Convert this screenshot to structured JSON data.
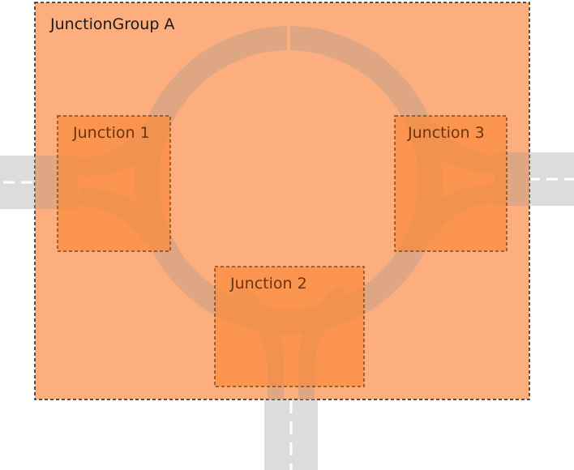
{
  "junction_group": {
    "label": "JunctionGroup A",
    "fill": "#fdae7e",
    "border": "#222222"
  },
  "junctions": [
    {
      "label": "Junction 1"
    },
    {
      "label": "Junction 2"
    },
    {
      "label": "Junction 3"
    }
  ],
  "colors": {
    "road": "#dcdcdc",
    "lane_marking": "#ffffff",
    "roundabout_tint": "#c8a08a",
    "junction_fill": "#f98a3d",
    "junction_border": "#7a4a20"
  }
}
